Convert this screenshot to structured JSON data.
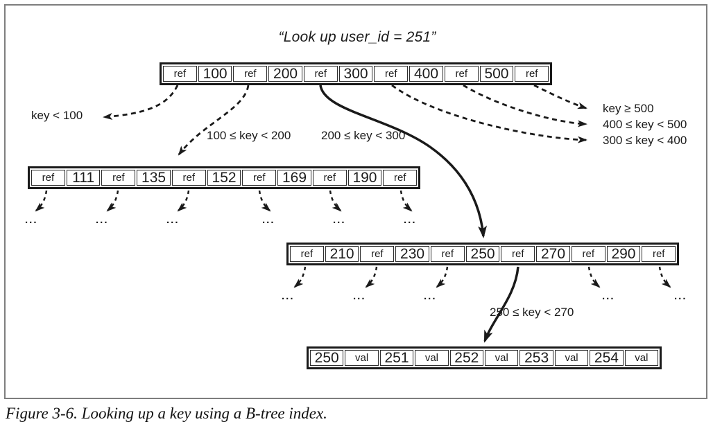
{
  "title": "“Look up user_id = 251”",
  "nodes": {
    "root": {
      "cells": [
        "ref",
        "100",
        "ref",
        "200",
        "ref",
        "300",
        "ref",
        "400",
        "ref",
        "500",
        "ref"
      ]
    },
    "level2": {
      "cells": [
        "ref",
        "111",
        "ref",
        "135",
        "ref",
        "152",
        "ref",
        "169",
        "ref",
        "190",
        "ref"
      ]
    },
    "level3": {
      "cells": [
        "ref",
        "210",
        "ref",
        "230",
        "ref",
        "250",
        "ref",
        "270",
        "ref",
        "290",
        "ref"
      ]
    },
    "leaf": {
      "cells": [
        "250",
        "val",
        "251",
        "val",
        "252",
        "val",
        "253",
        "val",
        "254",
        "val"
      ]
    }
  },
  "labels": {
    "key_lt_100": "key < 100",
    "range_100_200": "100 ≤ key < 200",
    "range_200_300": "200 ≤ key < 300",
    "range_300_400": "300 ≤ key < 400",
    "range_400_500": "400 ≤ key < 500",
    "key_ge_500": "key ≥ 500",
    "range_250_270": "250 ≤ key < 270"
  },
  "misc": {
    "ellipsis": "..."
  },
  "caption": "Figure 3-6. Looking up a key using a B-tree index.",
  "colors": {
    "ink": "#1a1a1a",
    "frame": "#7e7e7e",
    "background": "#ffffff"
  }
}
